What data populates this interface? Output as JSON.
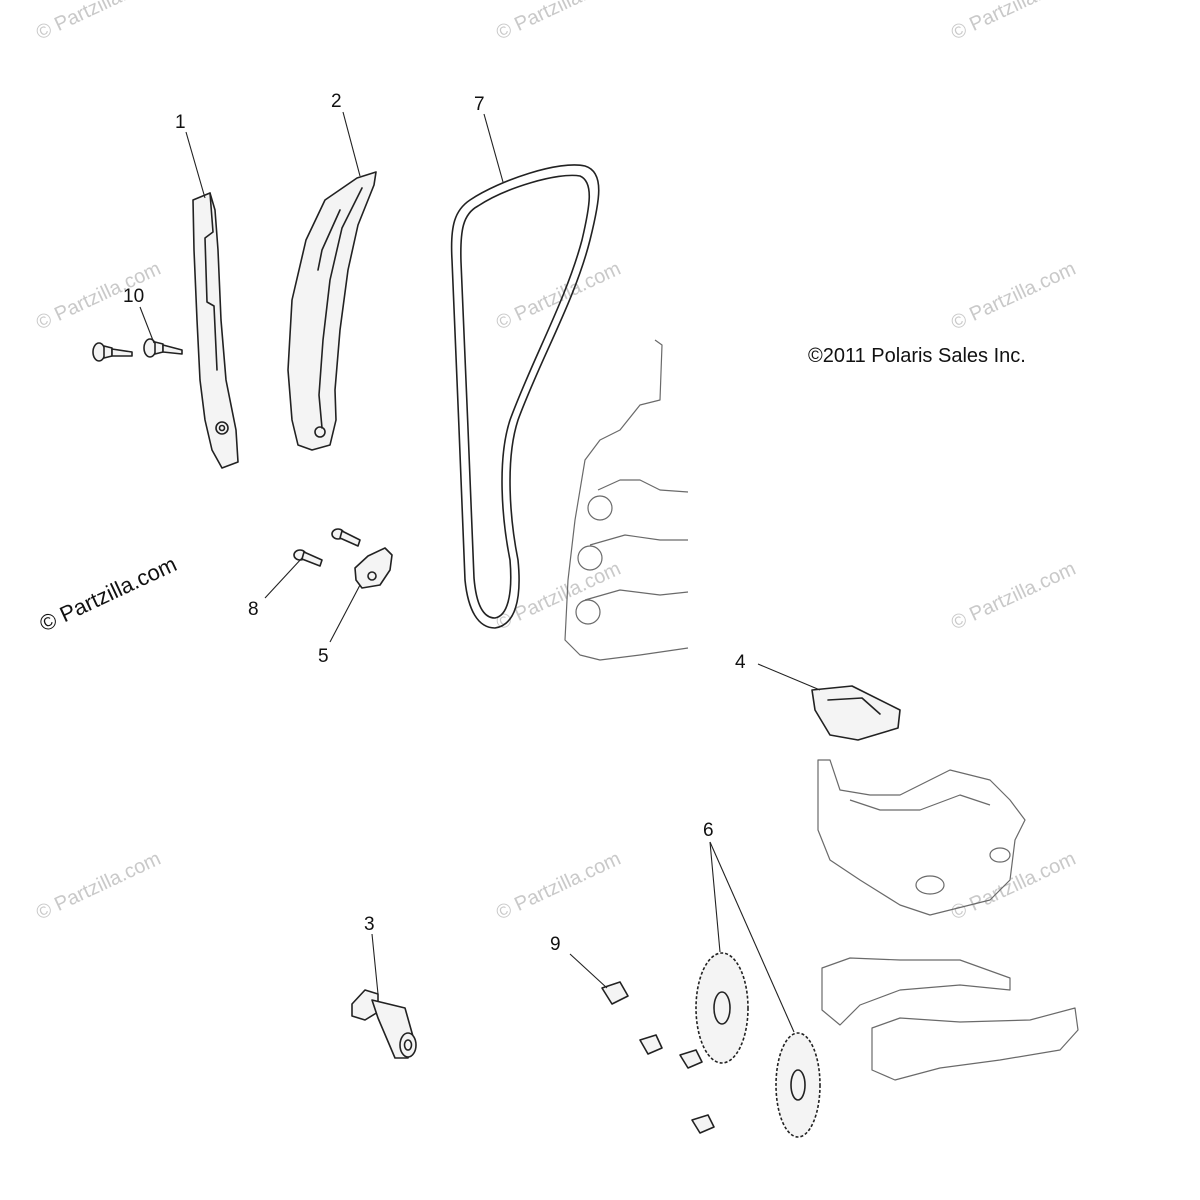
{
  "diagram": {
    "copyright": "©2011 Polaris Sales Inc.",
    "watermark_primary": "© Partzilla.com",
    "watermark_faint": "© Partzilla.com",
    "callouts": [
      {
        "id": "1",
        "label": "1"
      },
      {
        "id": "2",
        "label": "2"
      },
      {
        "id": "3",
        "label": "3"
      },
      {
        "id": "4",
        "label": "4"
      },
      {
        "id": "5",
        "label": "5"
      },
      {
        "id": "6",
        "label": "6"
      },
      {
        "id": "7",
        "label": "7"
      },
      {
        "id": "8",
        "label": "8"
      },
      {
        "id": "9",
        "label": "9"
      },
      {
        "id": "10",
        "label": "10"
      }
    ]
  }
}
